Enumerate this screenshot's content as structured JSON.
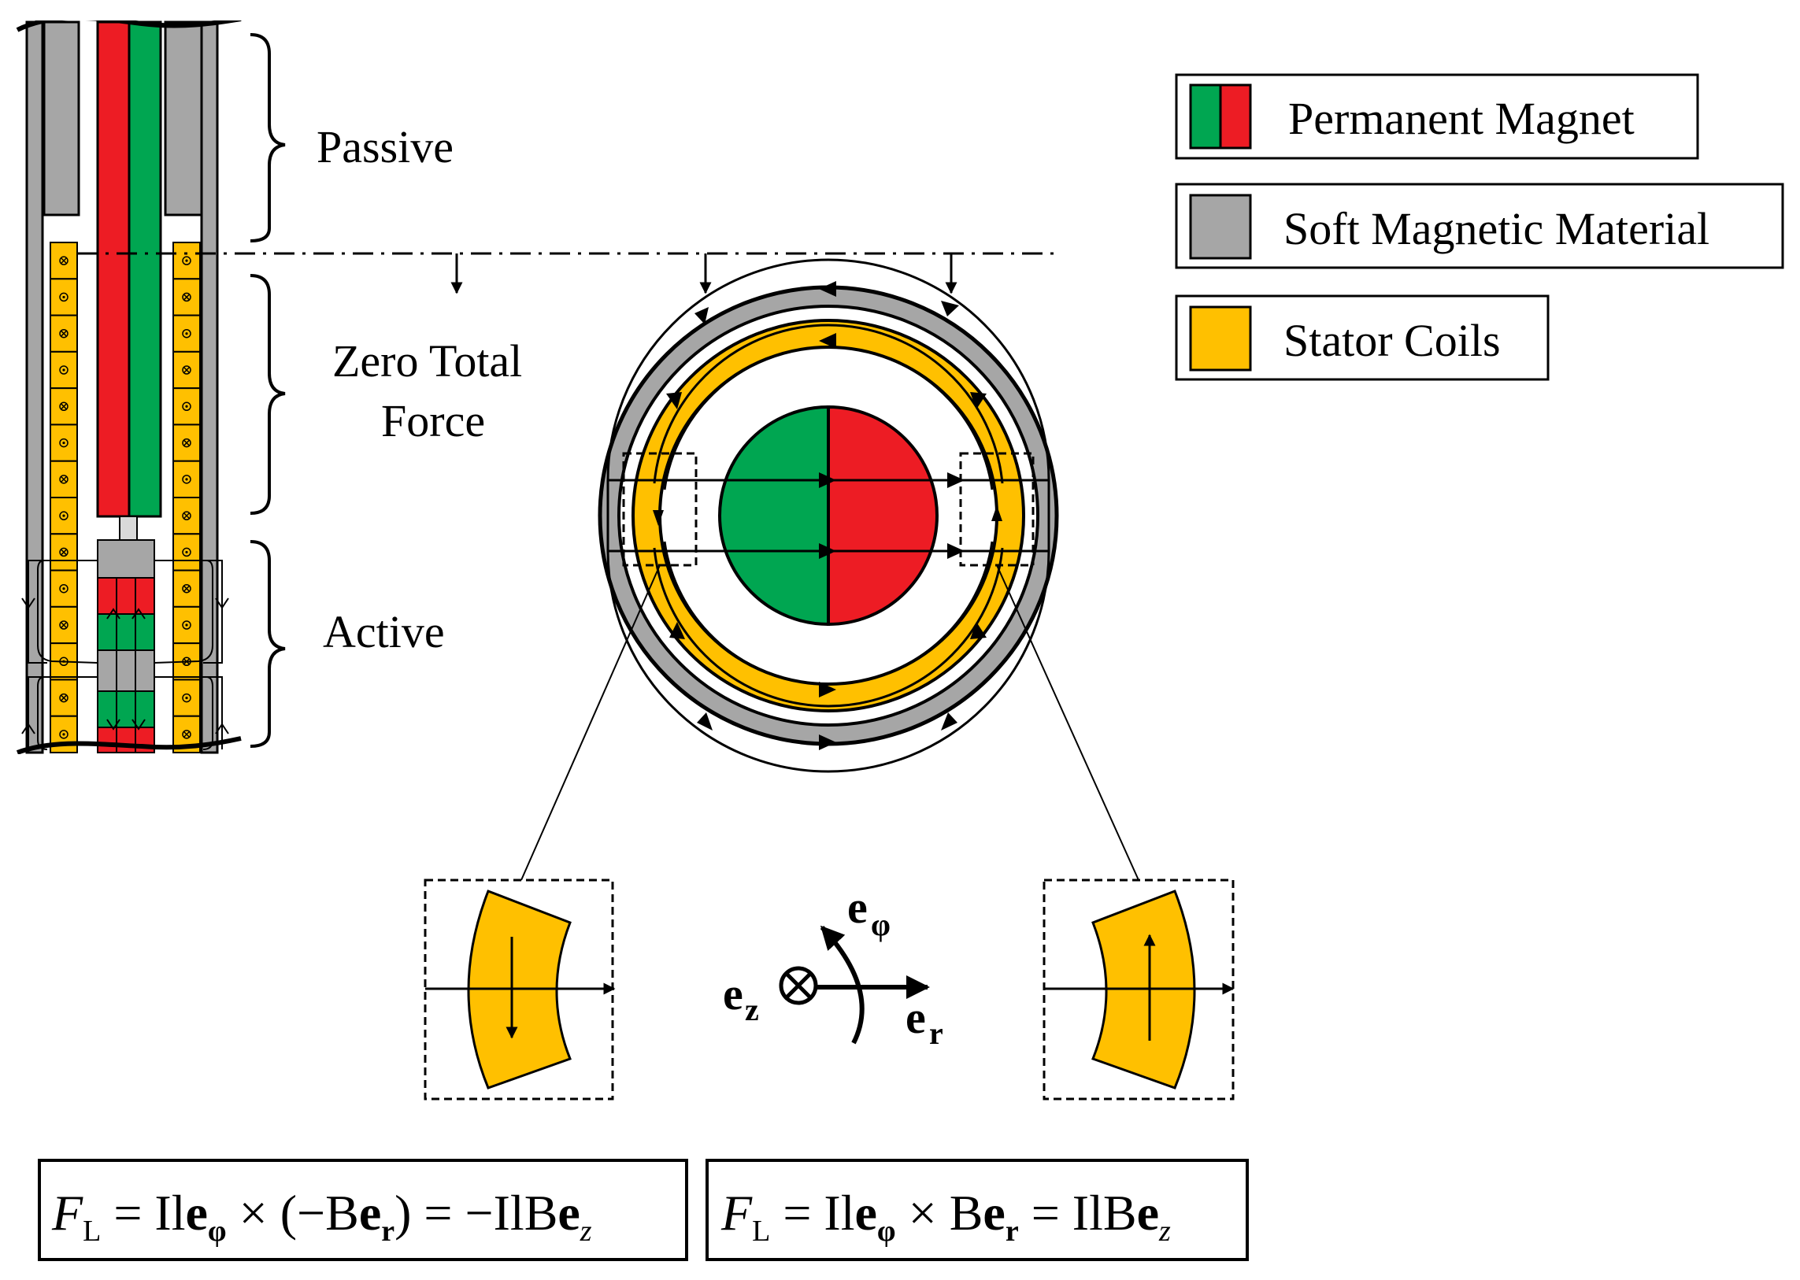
{
  "labels": {
    "passive": "Passive",
    "zero_total_force_line1": "Zero Total",
    "zero_total_force_line2": "Force",
    "active": "Active"
  },
  "legend": [
    {
      "label": "Permanent Magnet",
      "colors": [
        "#00a651",
        "#ed1c24"
      ]
    },
    {
      "label": "Soft Magnetic Material",
      "colors": [
        "#a6a6a6"
      ]
    },
    {
      "label": "Stator Coils",
      "colors": [
        "#ffc000"
      ]
    }
  ],
  "colors": {
    "magnet_green": "#00a651",
    "magnet_red": "#ed1c24",
    "soft_magnetic": "#a6a6a6",
    "stator_coil": "#ffc000"
  },
  "coordinate_symbols": {
    "e_z": "e",
    "e_z_sub": "z",
    "e_phi": "e",
    "e_phi_sub": "φ",
    "e_r": "e",
    "e_r_sub": "r"
  },
  "equations": {
    "left": {
      "F": "F",
      "F_sub": "L",
      "rhs1": " = Il",
      "e1": "e",
      "e1_sub": "φ",
      "mid": " × (−B",
      "e2": "e",
      "e2_sub": "r",
      "rhs2": ") = −IlB",
      "e3": "e",
      "e3_sub": "z"
    },
    "right": {
      "F": "F",
      "F_sub": "L",
      "rhs1": " = Il",
      "e1": "e",
      "e1_sub": "φ",
      "mid": " × B",
      "e2": "e",
      "e2_sub": "r",
      "rhs2": " = IlB",
      "e3": "e",
      "e3_sub": "z"
    }
  }
}
